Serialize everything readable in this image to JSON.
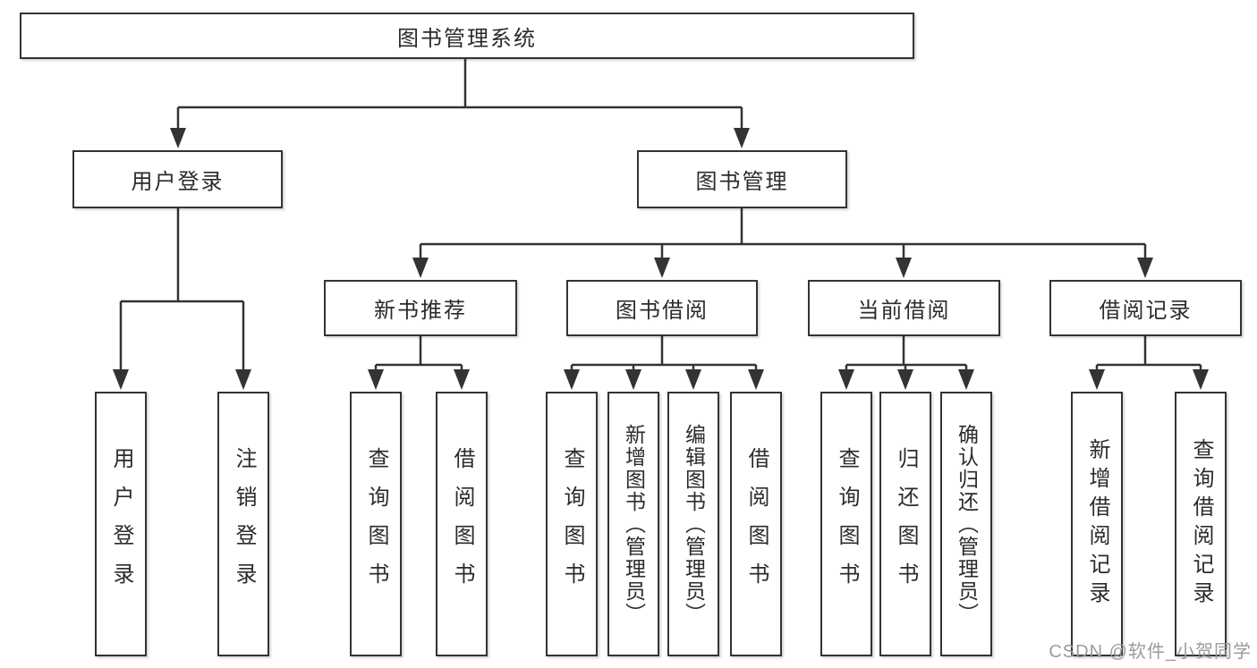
{
  "diagram_type": "hierarchy-tree",
  "colors": {
    "background": "#ffffff",
    "line": "#333333",
    "box_border": "#333333",
    "box_fill": "#ffffff",
    "text": "#2b2b2b",
    "watermark": "#9b9b9b"
  },
  "tree": {
    "label": "图书管理系统",
    "children": [
      {
        "label": "用户登录",
        "children": [
          {
            "label": "用户登录"
          },
          {
            "label": "注销登录"
          }
        ]
      },
      {
        "label": "图书管理",
        "children": [
          {
            "label": "新书推荐",
            "children": [
              {
                "label": "查询图书"
              },
              {
                "label": "借阅图书"
              }
            ]
          },
          {
            "label": "图书借阅",
            "children": [
              {
                "label": "查询图书"
              },
              {
                "label": "新增图书（管理员）"
              },
              {
                "label": "编辑图书（管理员）"
              },
              {
                "label": "借阅图书"
              }
            ]
          },
          {
            "label": "当前借阅",
            "children": [
              {
                "label": "查询图书"
              },
              {
                "label": "归还图书"
              },
              {
                "label": "确认归还（管理员）"
              }
            ]
          },
          {
            "label": "借阅记录",
            "children": [
              {
                "label": "新增借阅记录"
              },
              {
                "label": "查询借阅记录"
              }
            ]
          }
        ]
      }
    ]
  },
  "watermark": {
    "text": "CSDN @软件_小贺同学"
  }
}
